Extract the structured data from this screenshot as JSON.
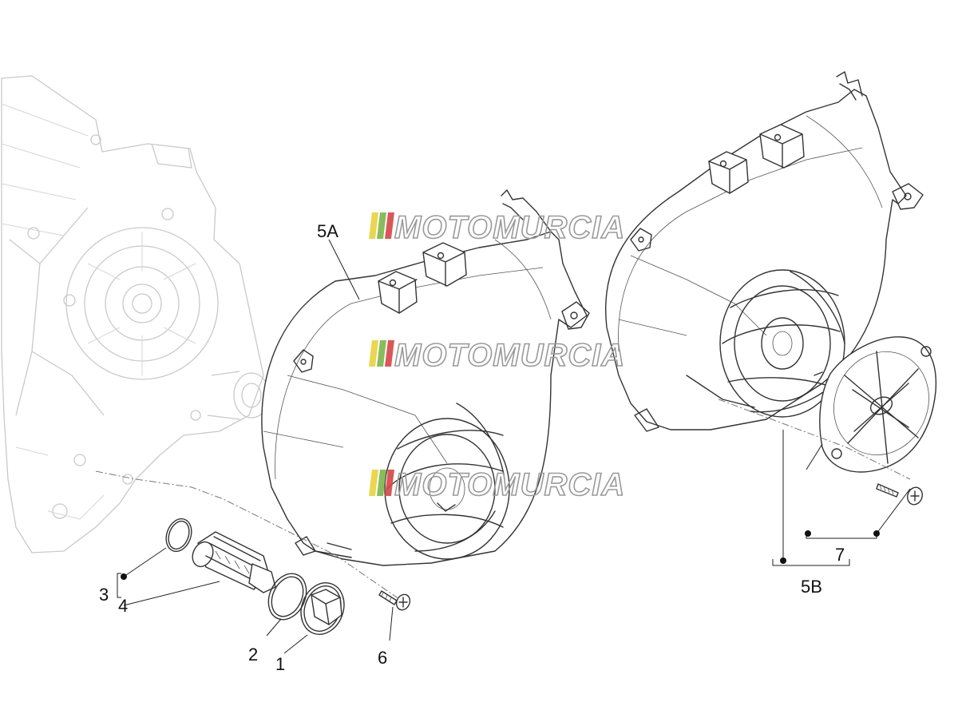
{
  "callouts": {
    "c1": "1",
    "c2": "2",
    "c3": "3",
    "c4": "4",
    "c5a": "5A",
    "c5b": "5B",
    "c6": "6",
    "c7": "7"
  },
  "watermark": {
    "text": "MOTOMURCIA",
    "stripe_colors": [
      "#e8d23c",
      "#7ab648",
      "#d64545"
    ]
  },
  "icons": {
    "engine_block": "engine-crankcase-ghost",
    "cover_5a": "flywheel-cover-icon",
    "cover_5b": "flywheel-cover-icon",
    "grille": "fan-grille-icon",
    "screw": "screw-icon",
    "oil_filter": "oil-filter-icon",
    "oring": "o-ring-icon",
    "cap": "drain-cap-icon"
  }
}
